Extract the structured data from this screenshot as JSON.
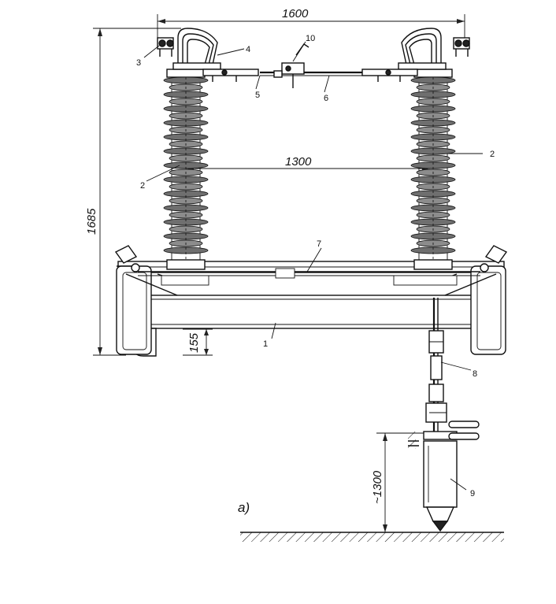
{
  "dimensions": {
    "width_total": "1600",
    "insulator_spacing": "1300",
    "height_total": "1685",
    "base_offset": "155",
    "drive_height": "~1300"
  },
  "callouts": {
    "n1": "1",
    "n2a": "2",
    "n2b": "2",
    "n3": "3",
    "n4": "4",
    "n5": "5",
    "n6": "6",
    "n7": "7",
    "n8": "8",
    "n9": "9",
    "n10": "10"
  },
  "caption": "а)"
}
